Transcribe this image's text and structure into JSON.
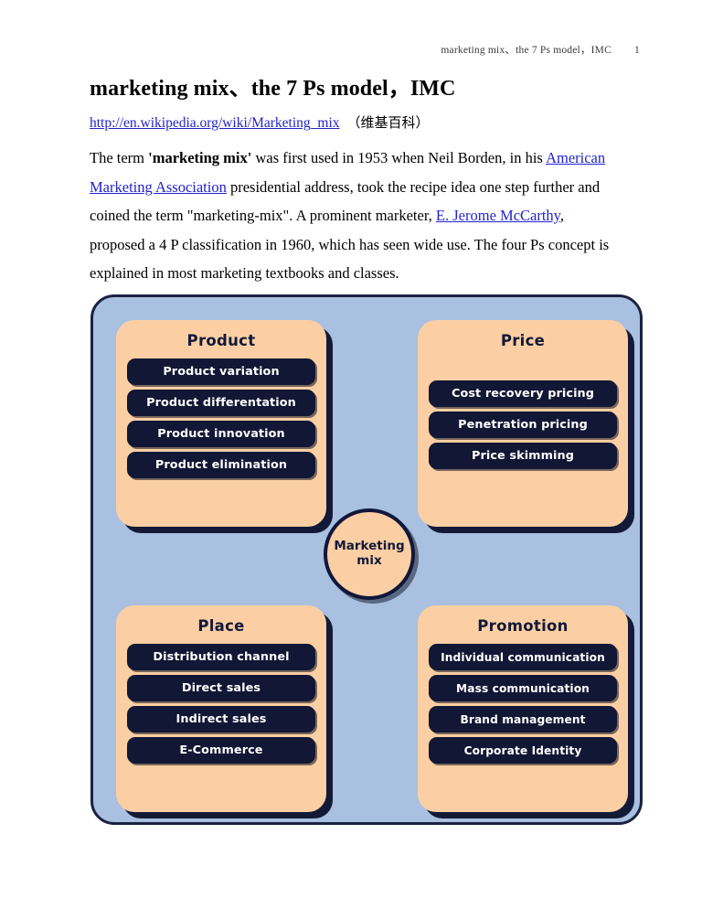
{
  "header": {
    "running_head": "marketing mix、the 7 Ps model，IMC",
    "page_number": "1"
  },
  "document": {
    "title": "marketing mix、the 7 Ps model，IMC",
    "source_link_text": "http://en.wikipedia.org/wiki/Marketing_mix",
    "source_note": "（维基百科）",
    "paragraph": {
      "seg1": "The term ",
      "bold1": "'marketing mix'",
      "seg2": " was first used in 1953 when Neil Borden, in his ",
      "link1": "American Marketing Association",
      "seg3": " presidential address, took the recipe idea one step further and coined the term \"marketing-mix\". A prominent marketer, ",
      "link2": "E. Jerome McCarthy",
      "seg4": ", proposed a 4 P classification in 1960, which has seen wide use. The four Ps concept is explained in most marketing textbooks and classes."
    }
  },
  "diagram": {
    "center_label": "Marketing\nmix",
    "colors": {
      "canvas": "#a9c0e0",
      "panel": "#fbcfa3",
      "chip": "#111734",
      "border": "#1a2242",
      "chip_text": "#ffffff",
      "link": "#2222cc"
    },
    "quadrants": [
      {
        "id": "product",
        "title": "Product",
        "items": [
          "Product variation",
          "Product differentation",
          "Product innovation",
          "Product elimination"
        ]
      },
      {
        "id": "price",
        "title": "Price",
        "items": [
          "Cost recovery pricing",
          "Penetration pricing",
          "Price skimming"
        ]
      },
      {
        "id": "place",
        "title": "Place",
        "items": [
          "Distribution channel",
          "Direct sales",
          "Indirect sales",
          "E-Commerce"
        ]
      },
      {
        "id": "promotion",
        "title": "Promotion",
        "items": [
          "Individual communication",
          "Mass communication",
          "Brand management",
          "Corporate Identity"
        ]
      }
    ]
  }
}
